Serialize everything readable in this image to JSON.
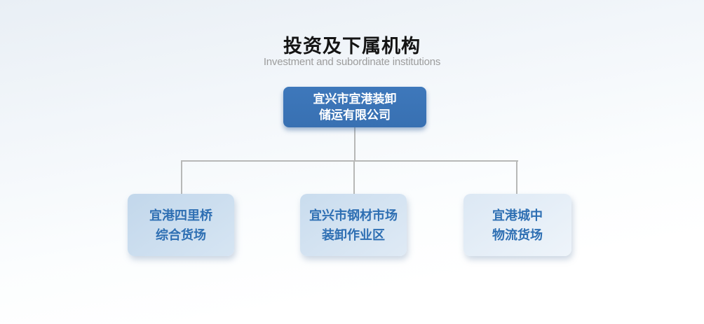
{
  "header": {
    "title": "投资及下属机构",
    "subtitle": "Investment and subordinate institutions"
  },
  "org_chart": {
    "root": {
      "name_lines": [
        "宜兴市宜港装卸",
        "储运有限公司"
      ]
    },
    "children": [
      {
        "name_lines": [
          "宜港四里桥",
          "综合货场"
        ]
      },
      {
        "name_lines": [
          "宜兴市钢材市场",
          "装卸作业区"
        ]
      },
      {
        "name_lines": [
          "宜港城中",
          "物流货场"
        ]
      }
    ]
  },
  "colors": {
    "root_node_bg": "#3a73b6",
    "root_node_text": "#ffffff",
    "child_node_bg": "#c9dcee",
    "child_node_text": "#2e6fb3",
    "connector_line": "#b7b8b7",
    "title_text": "#141414",
    "subtitle_text": "#9c9c9c"
  }
}
